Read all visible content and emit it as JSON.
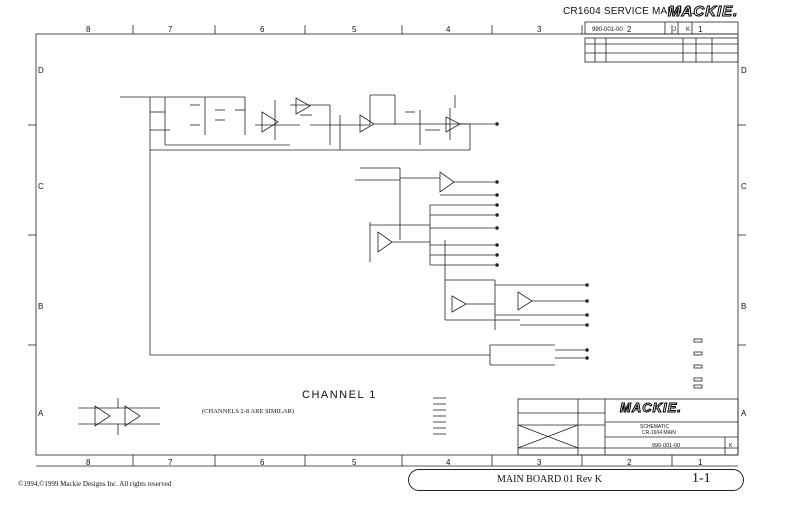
{
  "header": {
    "manual_title": "CR1604 SERVICE MANUAL",
    "brand": "MACKIE."
  },
  "grid": {
    "top_numbers": [
      "8",
      "7",
      "6",
      "5",
      "4",
      "3",
      "2",
      "1"
    ],
    "bottom_numbers": [
      "8",
      "7",
      "6",
      "5",
      "4",
      "3",
      "2",
      "1"
    ],
    "left_letters": [
      "D",
      "C",
      "B",
      "A"
    ],
    "right_letters": [
      "D",
      "C",
      "B",
      "A"
    ]
  },
  "revision_block": {
    "doc_number": "990-001-00",
    "rev_letters": [
      "J",
      "K"
    ]
  },
  "schematic": {
    "channel_title": "CHANNEL 1",
    "note": "(CHANNELS 2-8 ARE SIMILAR)"
  },
  "title_block": {
    "brand": "MACKIE.",
    "schematic_label": "SCHEMATIC",
    "subtitle": "CR-1604 MAIN",
    "drawing_number": "990-001-00",
    "rev": "K"
  },
  "footer": {
    "copyright": "©1994,©1999 Mackie Designs Inc. All rights reserved",
    "board_label": "MAIN BOARD 01 Rev K",
    "page_number": "1-1"
  }
}
